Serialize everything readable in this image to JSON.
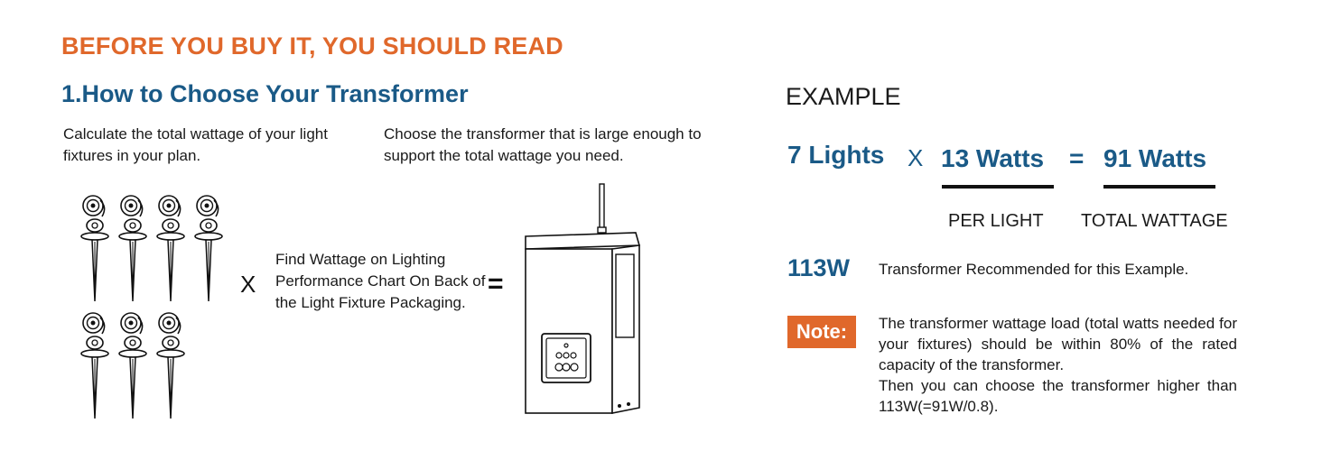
{
  "header": {
    "headline": "BEFORE YOU BUY IT, YOU SHOULD READ",
    "section_title": "1.How to Choose Your Transformer"
  },
  "steps": {
    "step1_text": "Calculate the total wattage of your light fixtures in your plan.",
    "step2_text": "Choose the transformer that is large enough to support the total wattage you need.",
    "chart_instruction": "Find Wattage on Lighting Performance Chart On Back of the Light Fixture Packaging.",
    "multiply_sign": "X",
    "equals_sign": "="
  },
  "lights_illustration": {
    "count": 7,
    "rows": [
      4,
      3
    ]
  },
  "example": {
    "title": "EXAMPLE",
    "lights": "7 Lights",
    "multiply": "X",
    "watts_per_light": "13 Watts",
    "equals": "=",
    "total": "91 Watts",
    "per_light_label": "PER LIGHT",
    "total_label": "TOTAL WATTAGE",
    "recommended_value": "113W",
    "recommended_text": "Transformer Recommended for this Example."
  },
  "note": {
    "badge": "Note:",
    "lines": [
      "The transformer wattage load (total watts needed for your fixtures) should be within 80% of the rated capacity of the transformer.",
      "Then you can choose the transformer higher than 113W(=91W/0.8)."
    ]
  },
  "colors": {
    "accent_orange": "#e0682b",
    "brand_blue": "#1a5a87"
  }
}
